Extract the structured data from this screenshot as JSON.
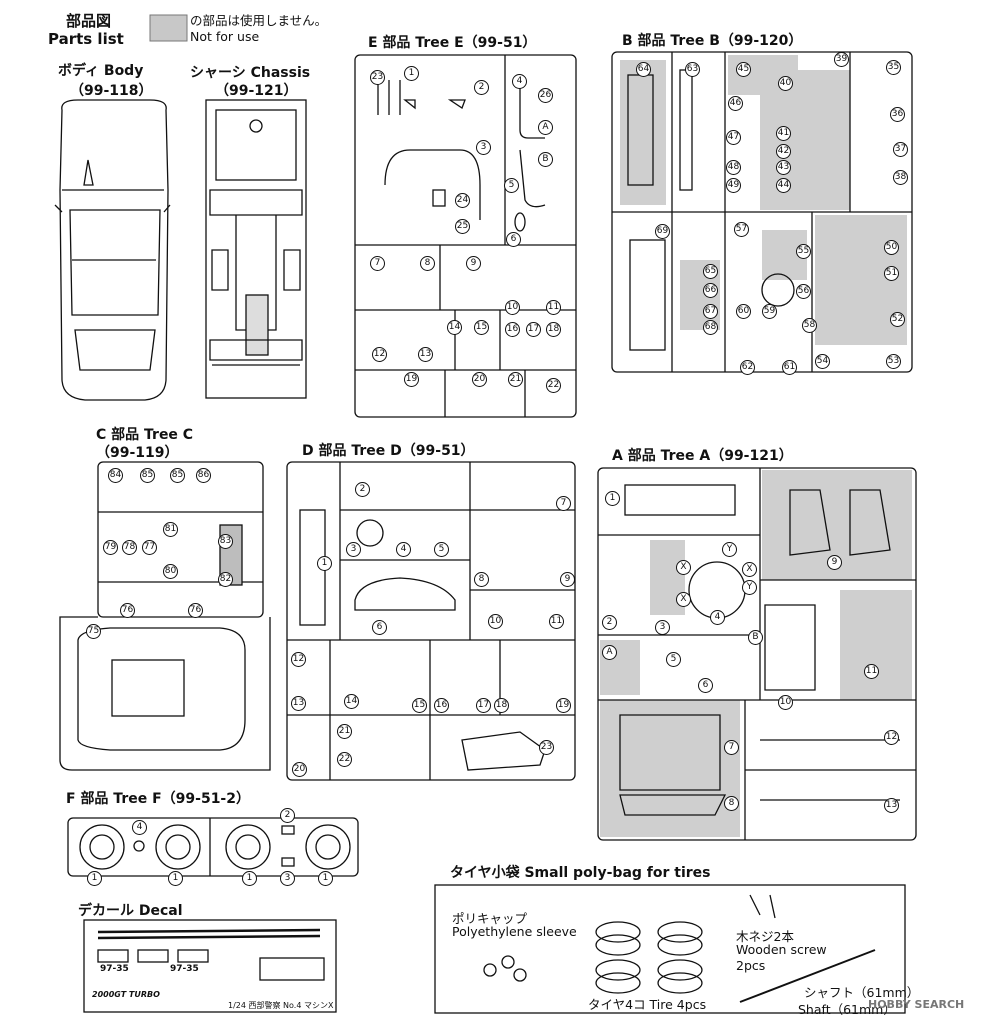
{
  "header": {
    "title_jp": "部品図",
    "title_en": "Parts list",
    "legend_jp": "の部品は使用しません。",
    "legend_en": "Not for use"
  },
  "body": {
    "name": "ボディ Body",
    "code": "（99-118）"
  },
  "chassis": {
    "name": "シャーシ Chassis",
    "code": "（99-121）"
  },
  "tree_e": {
    "label": "E 部品 Tree E（99-51）",
    "parts": [
      "23",
      "1",
      "2",
      "4",
      "26",
      "3",
      "5",
      "A",
      "B",
      "24",
      "25",
      "6",
      "7",
      "8",
      "9",
      "10",
      "11",
      "12",
      "13",
      "14",
      "15",
      "16",
      "17",
      "18",
      "19",
      "20",
      "21",
      "22"
    ]
  },
  "tree_b": {
    "label": "B 部品 Tree B（99-120）",
    "parts": [
      "64",
      "63",
      "45",
      "40",
      "39",
      "35",
      "46",
      "36",
      "47",
      "41",
      "42",
      "43",
      "37",
      "48",
      "38",
      "49",
      "44",
      "69",
      "57",
      "65",
      "55",
      "50",
      "51",
      "66",
      "56",
      "67",
      "68",
      "60",
      "59",
      "58",
      "52",
      "62",
      "61",
      "54",
      "53"
    ]
  },
  "tree_c": {
    "label": "C 部品 Tree C",
    "code": "（99-119）",
    "parts": [
      "84",
      "85",
      "85",
      "86",
      "81",
      "83",
      "79",
      "78",
      "77",
      "80",
      "82",
      "76",
      "76",
      "75"
    ]
  },
  "tree_d": {
    "label": "D 部品 Tree D（99-51）",
    "parts": [
      "2",
      "7",
      "1",
      "3",
      "4",
      "5",
      "8",
      "9",
      "6",
      "10",
      "11",
      "12",
      "13",
      "14",
      "15",
      "16",
      "17",
      "18",
      "19",
      "21",
      "22",
      "20",
      "23"
    ]
  },
  "tree_a": {
    "label": "A 部品 Tree A（99-121）",
    "parts": [
      "1",
      "9",
      "2",
      "X",
      "Y",
      "X",
      "X",
      "Y",
      "3",
      "4",
      "5",
      "B",
      "A",
      "6",
      "10",
      "11",
      "7",
      "8",
      "12",
      "13"
    ]
  },
  "tree_f": {
    "label": "F 部品 Tree F（99-51-2）",
    "parts": [
      "4",
      "2",
      "1",
      "1",
      "1",
      "3",
      "1"
    ]
  },
  "decal": {
    "label": "デカール Decal",
    "plate": "97-35",
    "logo": "2000GT TURBO",
    "caption": "1/24 西部警察 No.4 マシンX"
  },
  "bag": {
    "label": "タイヤ小袋 Small poly-bag for tires",
    "sleeve_jp": "ポリキャップ",
    "sleeve_en": "Polyethylene sleeve",
    "tire": "タイヤ4コ Tire 4pcs",
    "screw_jp": "木ネジ2本",
    "screw_en": "Wooden screw",
    "screw_qty": "2pcs",
    "shaft_jp": "シャフト（61mm）",
    "shaft_en": "Shaft（61mm）"
  },
  "watermark": "HOBBY SEARCH"
}
